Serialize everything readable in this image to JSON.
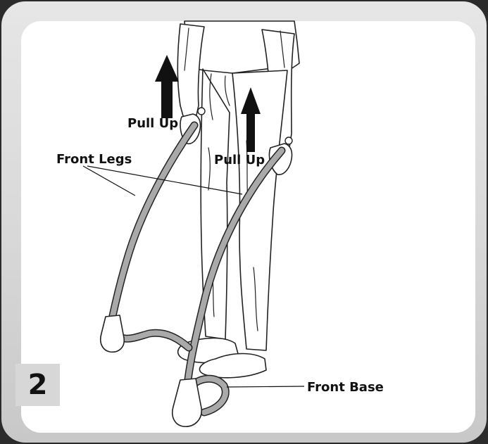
{
  "step_number": "2",
  "labels": {
    "pull_up_left": "Pull Up",
    "pull_up_right": "Pull Up",
    "front_legs": "Front Legs",
    "front_base": "Front Base"
  },
  "colors": {
    "frame_outer": "#2b2b2b",
    "frame_border": "#cfcfcf",
    "step_tab": "#d7d7d7",
    "tube_fill": "#a9a9a9",
    "arrow": "#111111"
  }
}
